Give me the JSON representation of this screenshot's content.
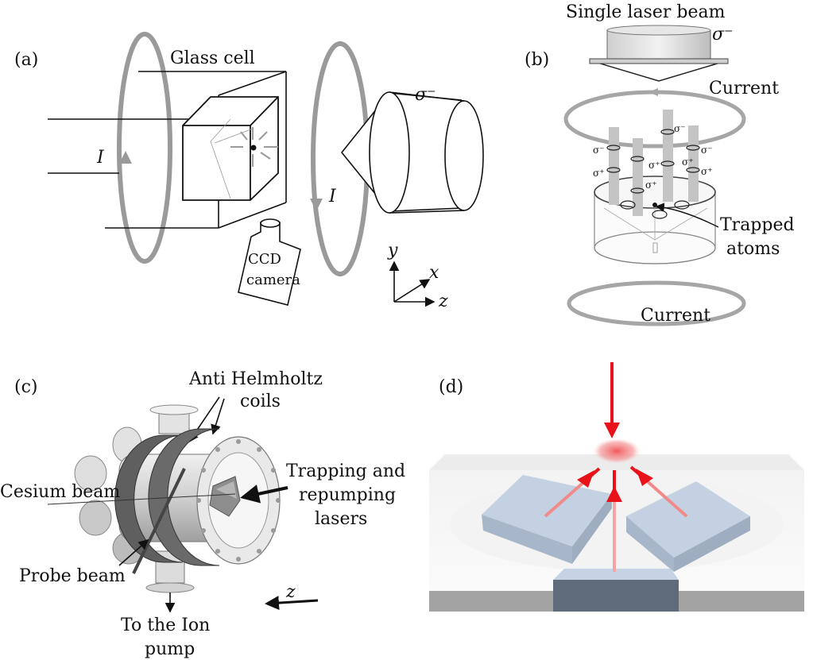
{
  "panels": {
    "a": {
      "tag": "(a)",
      "glass_cell": "Glass cell",
      "current_left": "I",
      "current_right": "I",
      "polarization": "σ⁻",
      "camera_line1": "CCD",
      "camera_line2": "camera",
      "axis_y": "y",
      "axis_x": "x",
      "axis_z": "z"
    },
    "b": {
      "tag": "(b)",
      "beam_label": "Single laser beam",
      "polarization": "σ⁻",
      "current_top": "Current",
      "current_bottom": "Current",
      "trapped_line1": "Trapped",
      "trapped_line2": "atoms",
      "sigma_minus": "σ⁻",
      "sigma_plus": "σ⁺"
    },
    "c": {
      "tag": "(c)",
      "coils_line1": "Anti Helmholtz",
      "coils_line2": "coils",
      "cesium": "Cesium beam",
      "lasers_line1": "Trapping and",
      "lasers_line2": "repumping",
      "lasers_line3": "lasers",
      "probe": "Probe beam",
      "axis_z": "z",
      "pump_line1": "To the Ion",
      "pump_line2": "pump"
    },
    "d": {
      "tag": "(d)"
    }
  },
  "colors": {
    "coil_gray": "#9a9a9a",
    "laser_red": "#e8121a",
    "glow_red": "#f26d6d",
    "chip_blue": "#b9c8dc",
    "chip_dark": "#5b6675"
  }
}
